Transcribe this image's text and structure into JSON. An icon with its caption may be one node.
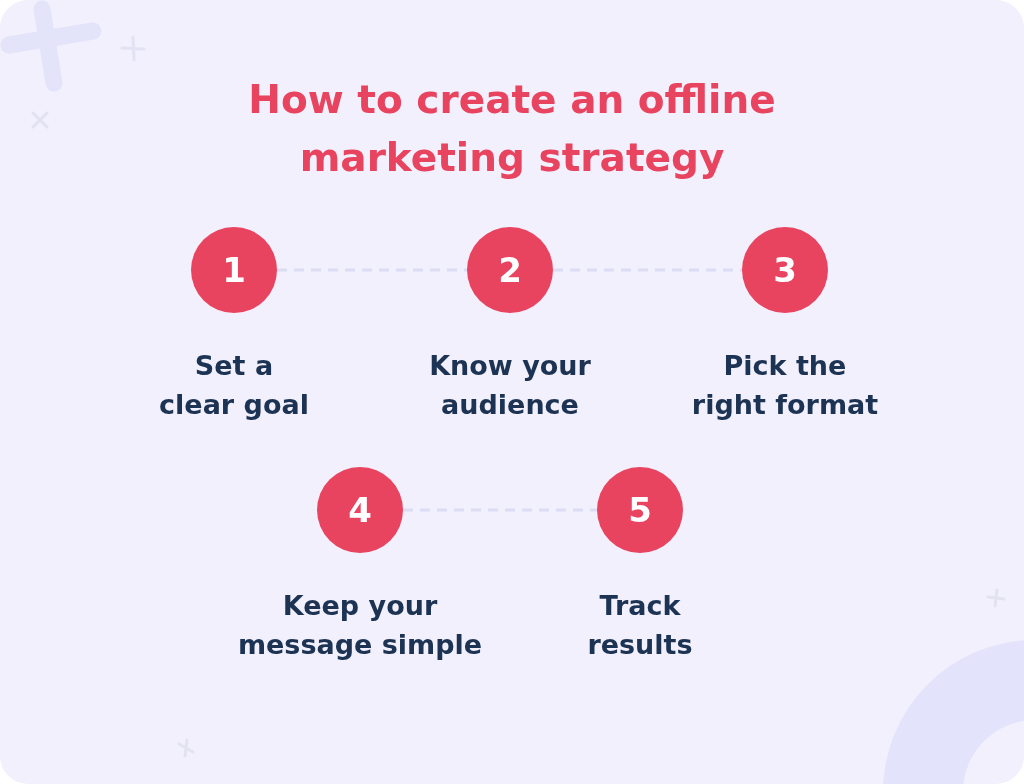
{
  "diagram": {
    "title": "How to create an offline marketing strategy",
    "nodes": [
      {
        "text": [
          "1"
        ],
        "beside": [
          "Set a clear goal"
        ]
      },
      {
        "text": [
          "2"
        ],
        "beside": [
          "Know your audience"
        ]
      },
      {
        "text": [
          "3"
        ],
        "beside": [
          "Pick the right format"
        ]
      },
      {
        "text": [
          "4"
        ],
        "beside": [
          "Keep your message simple"
        ]
      },
      {
        "text": [
          "5"
        ],
        "beside": [
          "Track results"
        ]
      }
    ],
    "edges": [
      {
        "from": 0,
        "to": 1,
        "arrow": "none",
        "style": "dashed"
      },
      {
        "from": 1,
        "to": 2,
        "arrow": "none",
        "style": "dashed"
      },
      {
        "from": 3,
        "to": 4,
        "arrow": "none",
        "style": "dashed"
      }
    ]
  }
}
